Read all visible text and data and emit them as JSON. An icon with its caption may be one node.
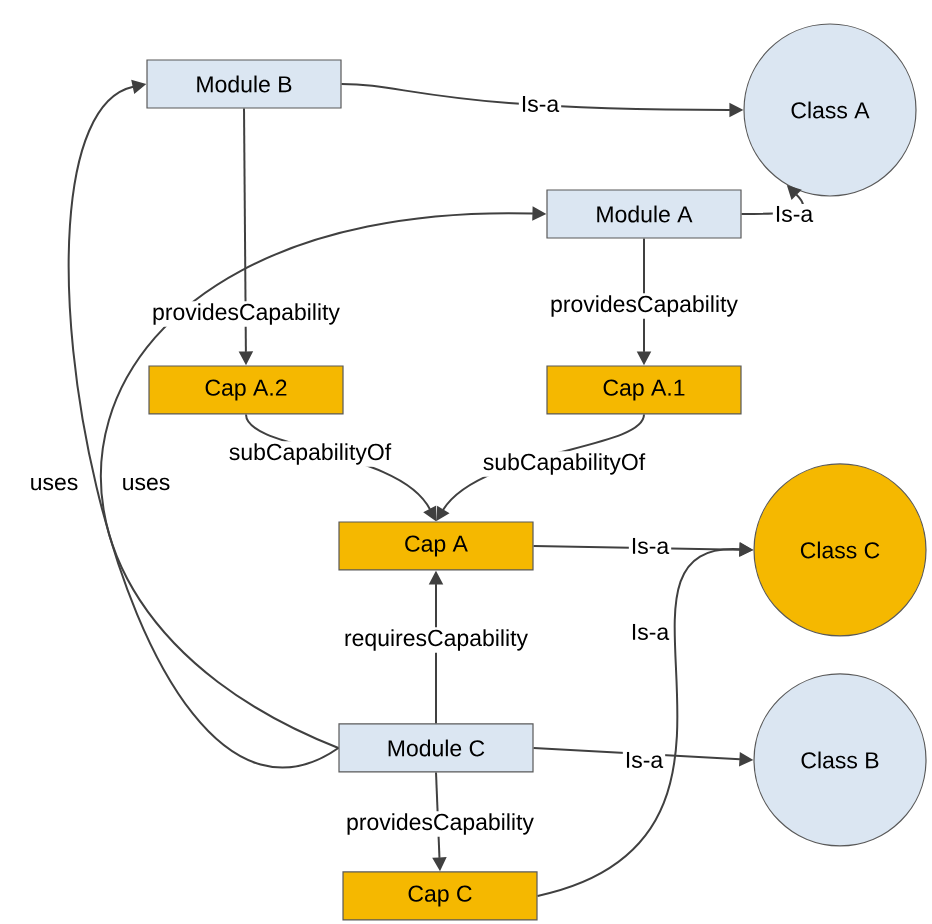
{
  "diagram": {
    "nodes": [
      {
        "text": [
          "Module B"
        ]
      },
      {
        "text": [
          "Class A"
        ]
      },
      {
        "text": [
          "Module A"
        ]
      },
      {
        "text": [
          "Cap A.2"
        ]
      },
      {
        "text": [
          "Cap A.1"
        ]
      },
      {
        "text": [
          "Cap A"
        ]
      },
      {
        "text": [
          "Class C"
        ]
      },
      {
        "text": [
          "Module C"
        ]
      },
      {
        "text": [
          "Class B"
        ]
      },
      {
        "text": [
          "Cap C"
        ]
      }
    ],
    "edges": [
      {
        "from": 0,
        "to": 1,
        "arrow": "to",
        "label": "Is-a"
      },
      {
        "from": 2,
        "to": 1,
        "arrow": "to",
        "label": "Is-a"
      },
      {
        "from": 0,
        "to": 3,
        "arrow": "to",
        "label": "providesCapability"
      },
      {
        "from": 2,
        "to": 4,
        "arrow": "to",
        "label": "providesCapability"
      },
      {
        "from": 3,
        "to": 5,
        "arrow": "to",
        "label": "subCapabilityOf"
      },
      {
        "from": 4,
        "to": 5,
        "arrow": "to",
        "label": "subCapabilityOf"
      },
      {
        "from": 5,
        "to": 6,
        "arrow": "to",
        "label": "Is-a"
      },
      {
        "from": 7,
        "to": 5,
        "arrow": "to",
        "label": "requiresCapability"
      },
      {
        "from": 7,
        "to": 0,
        "arrow": "to",
        "label": "uses"
      },
      {
        "from": 7,
        "to": 2,
        "arrow": "to",
        "label": "uses"
      },
      {
        "from": 7,
        "to": 8,
        "arrow": "to",
        "label": "Is-a"
      },
      {
        "from": 7,
        "to": 9,
        "arrow": "to",
        "label": "providesCapability"
      },
      {
        "from": 9,
        "to": 6,
        "arrow": "to",
        "label": "Is-a"
      }
    ]
  }
}
